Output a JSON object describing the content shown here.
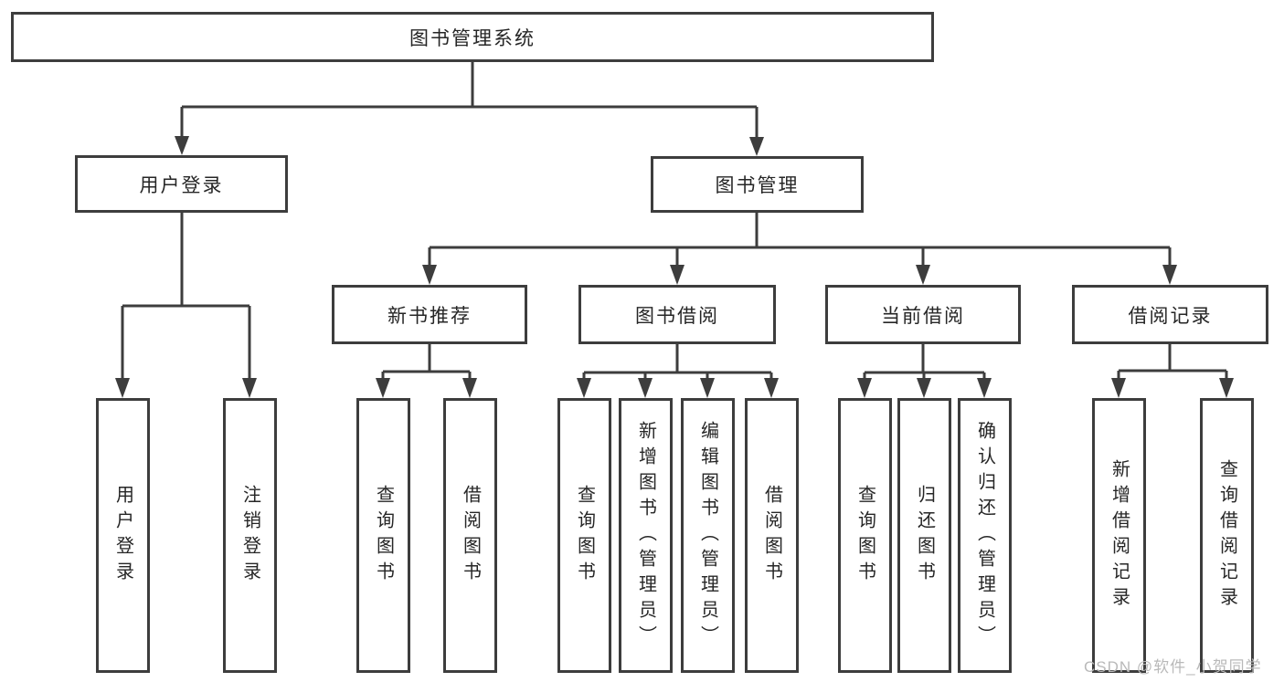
{
  "tree": {
    "root": "图书管理系统",
    "branches": [
      {
        "label": "用户登录",
        "children": [
          "用户登录",
          "注销登录"
        ]
      },
      {
        "label": "图书管理",
        "children": [
          {
            "label": "新书推荐",
            "children": [
              "查询图书",
              "借阅图书"
            ]
          },
          {
            "label": "图书借阅",
            "children": [
              "查询图书",
              "新增图书（管理员）",
              "编辑图书（管理员）",
              "借阅图书"
            ]
          },
          {
            "label": "当前借阅",
            "children": [
              "查询图书",
              "归还图书",
              "确认归还（管理员）"
            ]
          },
          {
            "label": "借阅记录",
            "children": [
              "新增借阅记录",
              "查询借阅记录"
            ]
          }
        ]
      }
    ]
  },
  "watermark": {
    "text": "CSDN @软件_小贺同学"
  },
  "colors": {
    "line": "#3d3d3d",
    "border": "#3d3d3d",
    "text": "#262626",
    "watermark": "#b9b9b9",
    "background": "#ffffff"
  }
}
